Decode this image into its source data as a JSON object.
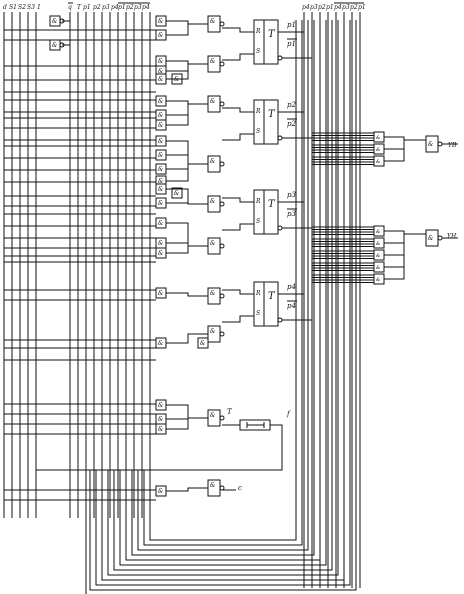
{
  "inputs_top_left": [
    "d",
    "S1",
    "S2",
    "S3",
    "1"
  ],
  "inputs_top_mid": [
    "q",
    "T",
    "p1",
    "p2",
    "p3",
    "p4",
    "p1",
    "p2",
    "p3",
    "p4"
  ],
  "inputs_top_right": [
    "p4",
    "p3",
    "p2",
    "p1",
    "p4",
    "p3",
    "p2",
    "p1"
  ],
  "gate_and": "&",
  "gate_and_small": "&",
  "trigger_T": "T",
  "trigger_R": "R",
  "trigger_S": "S",
  "trigger_outputs": [
    {
      "q": "p1",
      "nq": "p1"
    },
    {
      "q": "p2",
      "nq": "p2"
    },
    {
      "q": "p3",
      "nq": "p3"
    },
    {
      "q": "p4",
      "nq": "p4"
    }
  ],
  "outputs": {
    "up": "YB",
    "down": "YH"
  },
  "timer": {
    "T_label": "T",
    "out_label": "f"
  },
  "c_label": "c"
}
